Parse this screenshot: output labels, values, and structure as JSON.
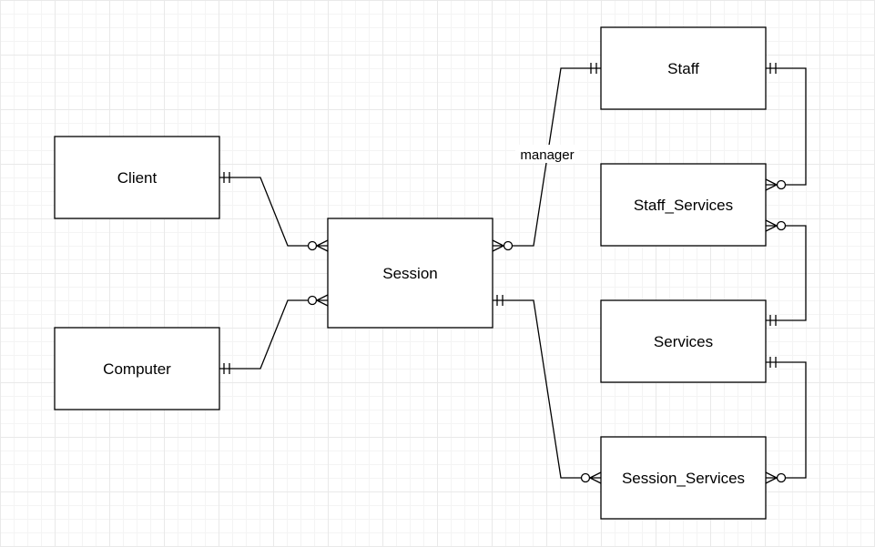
{
  "entities": {
    "client": {
      "label": "Client"
    },
    "computer": {
      "label": "Computer"
    },
    "session": {
      "label": "Session"
    },
    "staff": {
      "label": "Staff"
    },
    "staff_services": {
      "label": "Staff_Services"
    },
    "services": {
      "label": "Services"
    },
    "session_services": {
      "label": "Session_Services"
    }
  },
  "relationships": [
    {
      "id": "client-session",
      "from": "client",
      "to": "session",
      "from_cardinality": "one-and-only-one",
      "to_cardinality": "zero-or-many"
    },
    {
      "id": "computer-session",
      "from": "computer",
      "to": "session",
      "from_cardinality": "one-and-only-one",
      "to_cardinality": "zero-or-many"
    },
    {
      "id": "session-staff",
      "from": "session",
      "to": "staff",
      "from_cardinality": "zero-or-many",
      "to_cardinality": "one-and-only-one",
      "label": "manager"
    },
    {
      "id": "staff-staffservices",
      "from": "staff",
      "to": "staff_services",
      "from_cardinality": "one-and-only-one",
      "to_cardinality": "zero-or-many"
    },
    {
      "id": "services-staffservices",
      "from": "services",
      "to": "staff_services",
      "from_cardinality": "one-and-only-one",
      "to_cardinality": "zero-or-many"
    },
    {
      "id": "session-sessionservices",
      "from": "session",
      "to": "session_services",
      "from_cardinality": "one-and-only-one",
      "to_cardinality": "zero-or-many"
    },
    {
      "id": "services-sessionservices",
      "from": "services",
      "to": "session_services",
      "from_cardinality": "one-and-only-one",
      "to_cardinality": "zero-or-many"
    }
  ]
}
